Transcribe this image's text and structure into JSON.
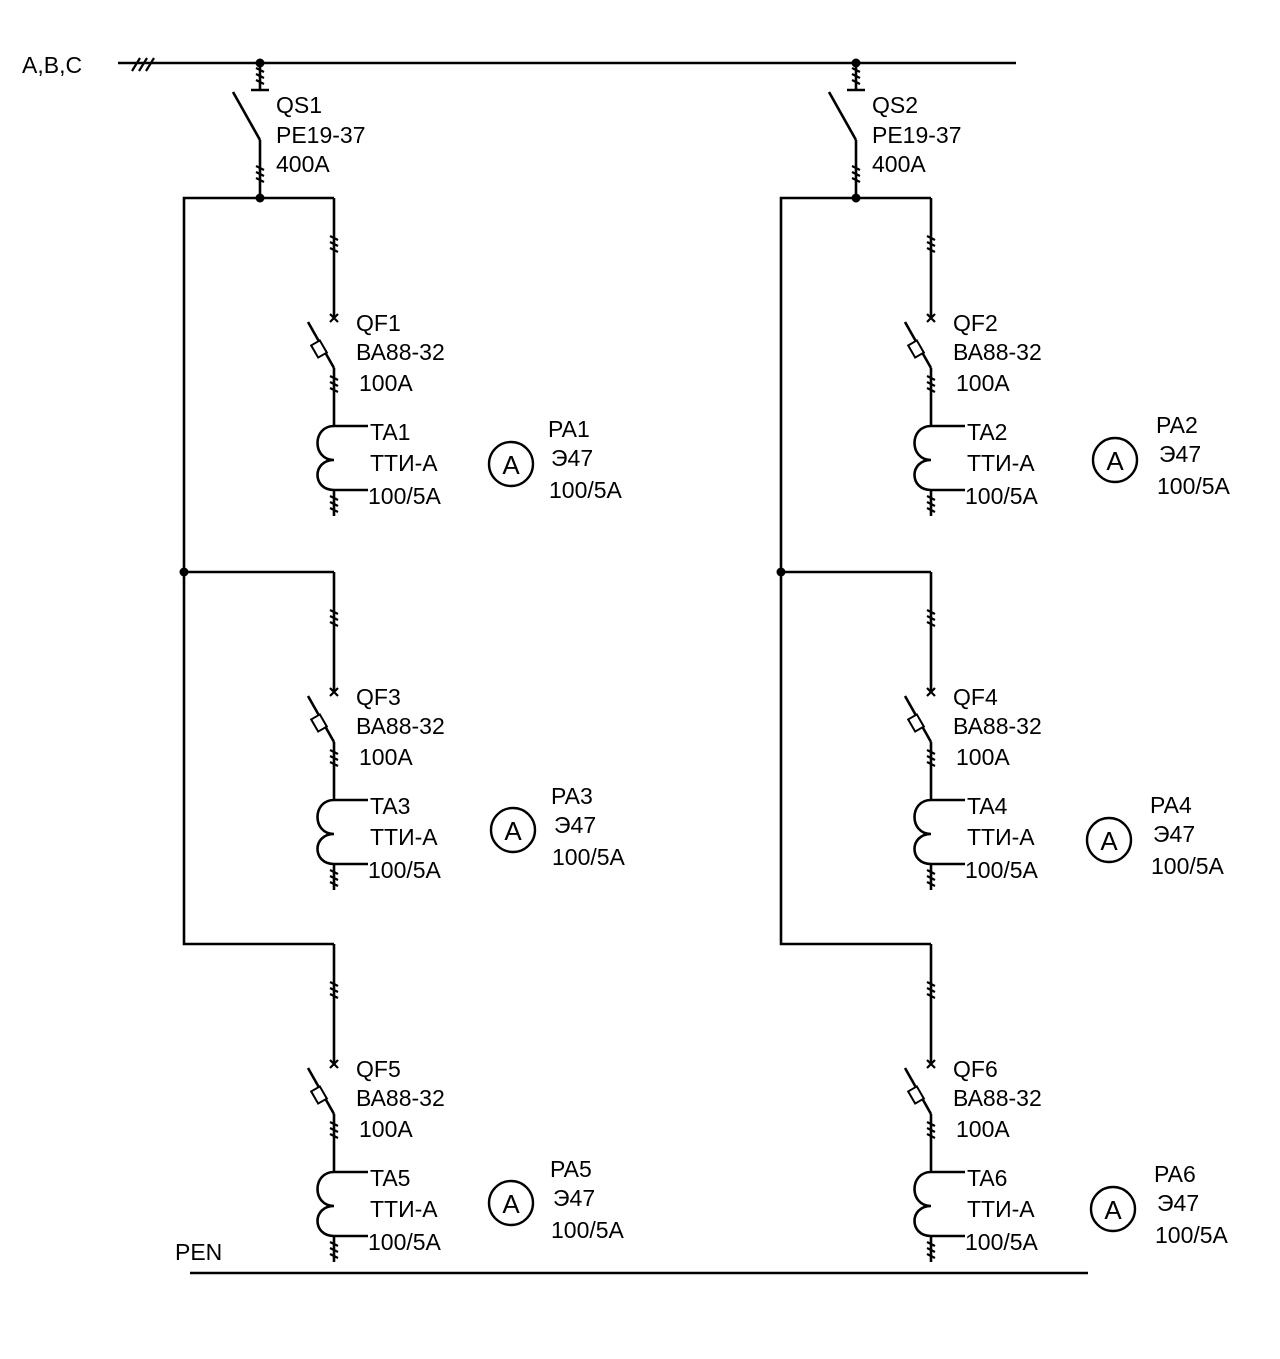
{
  "bus": {
    "label": "A,B,C"
  },
  "pen": {
    "label": "PEN"
  },
  "disconnectors": [
    {
      "name": "QS1",
      "type": "РЕ19-37",
      "rating": "400А"
    },
    {
      "name": "QS2",
      "type": "РЕ19-37",
      "rating": "400А"
    }
  ],
  "feeders": [
    {
      "breaker": "QF1",
      "breaker_type": "ВА88-32",
      "breaker_rating": "100А",
      "ct": "TA1",
      "ct_type": "ТТИ-А",
      "ct_ratio": "100/5А",
      "meter": "PA1",
      "meter_type": "Э47",
      "meter_range": "100/5А",
      "meter_symbol": "A"
    },
    {
      "breaker": "QF2",
      "breaker_type": "ВА88-32",
      "breaker_rating": "100А",
      "ct": "TA2",
      "ct_type": "ТТИ-А",
      "ct_ratio": "100/5А",
      "meter": "PA2",
      "meter_type": "Э47",
      "meter_range": "100/5А",
      "meter_symbol": "A"
    },
    {
      "breaker": "QF3",
      "breaker_type": "ВА88-32",
      "breaker_rating": "100А",
      "ct": "TA3",
      "ct_type": "ТТИ-А",
      "ct_ratio": "100/5А",
      "meter": "PA3",
      "meter_type": "Э47",
      "meter_range": "100/5А",
      "meter_symbol": "A"
    },
    {
      "breaker": "QF4",
      "breaker_type": "ВА88-32",
      "breaker_rating": "100А",
      "ct": "TA4",
      "ct_type": "ТТИ-А",
      "ct_ratio": "100/5А",
      "meter": "PA4",
      "meter_type": "Э47",
      "meter_range": "100/5А",
      "meter_symbol": "A"
    },
    {
      "breaker": "QF5",
      "breaker_type": "ВА88-32",
      "breaker_rating": "100А",
      "ct": "TA5",
      "ct_type": "ТТИ-А",
      "ct_ratio": "100/5А",
      "meter": "PA5",
      "meter_type": "Э47",
      "meter_range": "100/5А",
      "meter_symbol": "A"
    },
    {
      "breaker": "QF6",
      "breaker_type": "ВА88-32",
      "breaker_rating": "100А",
      "ct": "TA6",
      "ct_type": "ТТИ-А",
      "ct_ratio": "100/5А",
      "meter": "PA6",
      "meter_type": "Э47",
      "meter_range": "100/5А",
      "meter_symbol": "A"
    }
  ]
}
